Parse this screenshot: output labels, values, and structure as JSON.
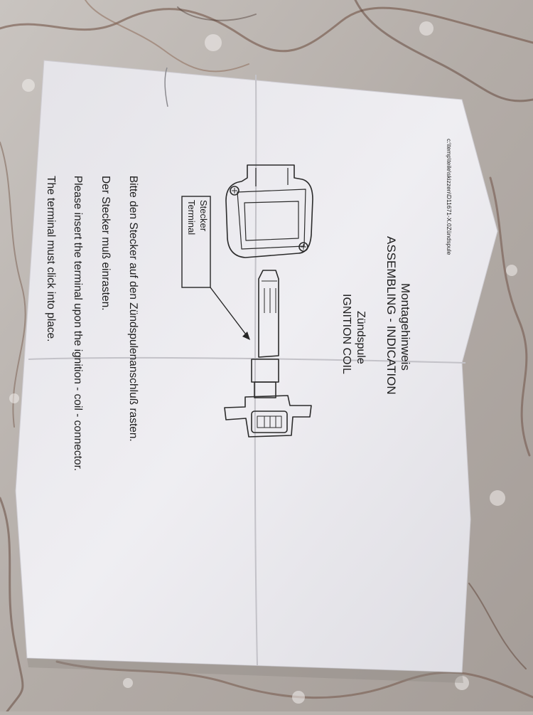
{
  "document": {
    "file_ref": "c:\\temp\\teile\\skizzen\\D11671-X.0Zündspule",
    "heading_de": "Montagehinweis",
    "heading_en": "ASSEMBLING - INDICATION",
    "part_de": "Zündspule",
    "part_en": "IGNITION COIL",
    "label_de": "Stecker",
    "label_en": "Terminal",
    "instructions": [
      "Bitte den Stecker auf den Zündspulenanschluß rasten.",
      "Der Stecker muß einrasten.",
      "Please insert the terminal upon the ignition - coil - connector.",
      "The terminal must click into place."
    ]
  },
  "colors": {
    "countertop": "#b9b3ae",
    "paper": "#ebeaee",
    "ink": "#1d1d1d"
  }
}
